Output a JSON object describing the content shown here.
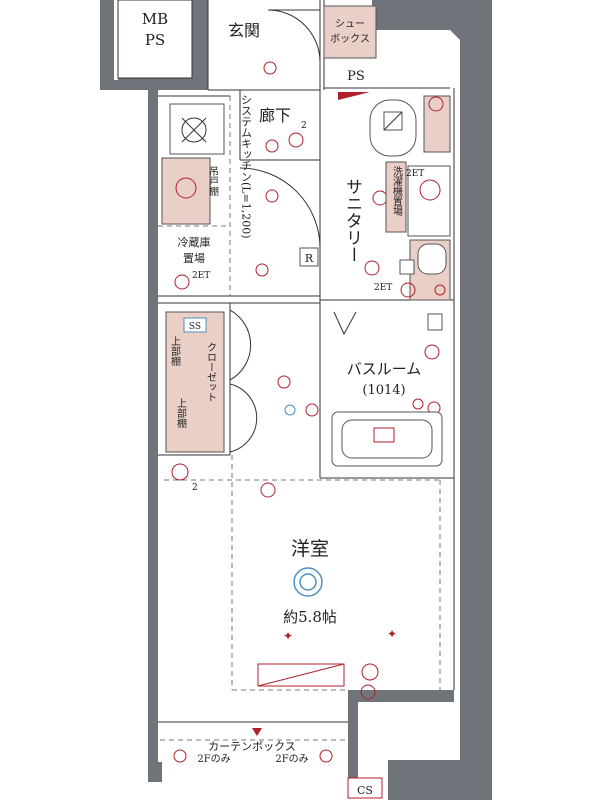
{
  "rooms": {
    "mbps": [
      "MB",
      "PS"
    ],
    "entrance": "玄関",
    "shoe_box": [
      "シュー",
      "ボックス"
    ],
    "ps": "PS",
    "hallway": "廊下",
    "hallway_mark": "2",
    "system_kitchen": "システムキッチン(L=1,200)",
    "hanging_cabinet": "吊戸棚",
    "fridge": [
      "冷蔵庫",
      "置場"
    ],
    "fridge_outlet": "2ET",
    "refrigerator_R": "R",
    "sanitary": "サニタリー",
    "washer": "洗濯機置場",
    "washer_outlet": "2ET",
    "sanitary_outlet": "2ET",
    "closet": "クローゼット",
    "upper_shelf_left": "上部棚",
    "upper_shelf_right": "上部棚",
    "ss": "SS",
    "closet_mark": "2",
    "bathroom": "バスルーム",
    "bathroom_size": "(1014)",
    "western_room": "洋室",
    "room_size": "約5.8帖",
    "curtain_box": "カーテンボックス",
    "only_2f_left": "2Fのみ",
    "only_2f_right": "2Fのみ",
    "cs": "CS"
  },
  "colors": {
    "wall": "#6f747a",
    "fixture_fill": "#e9cfc6",
    "electric_red": "#b0202a"
  }
}
